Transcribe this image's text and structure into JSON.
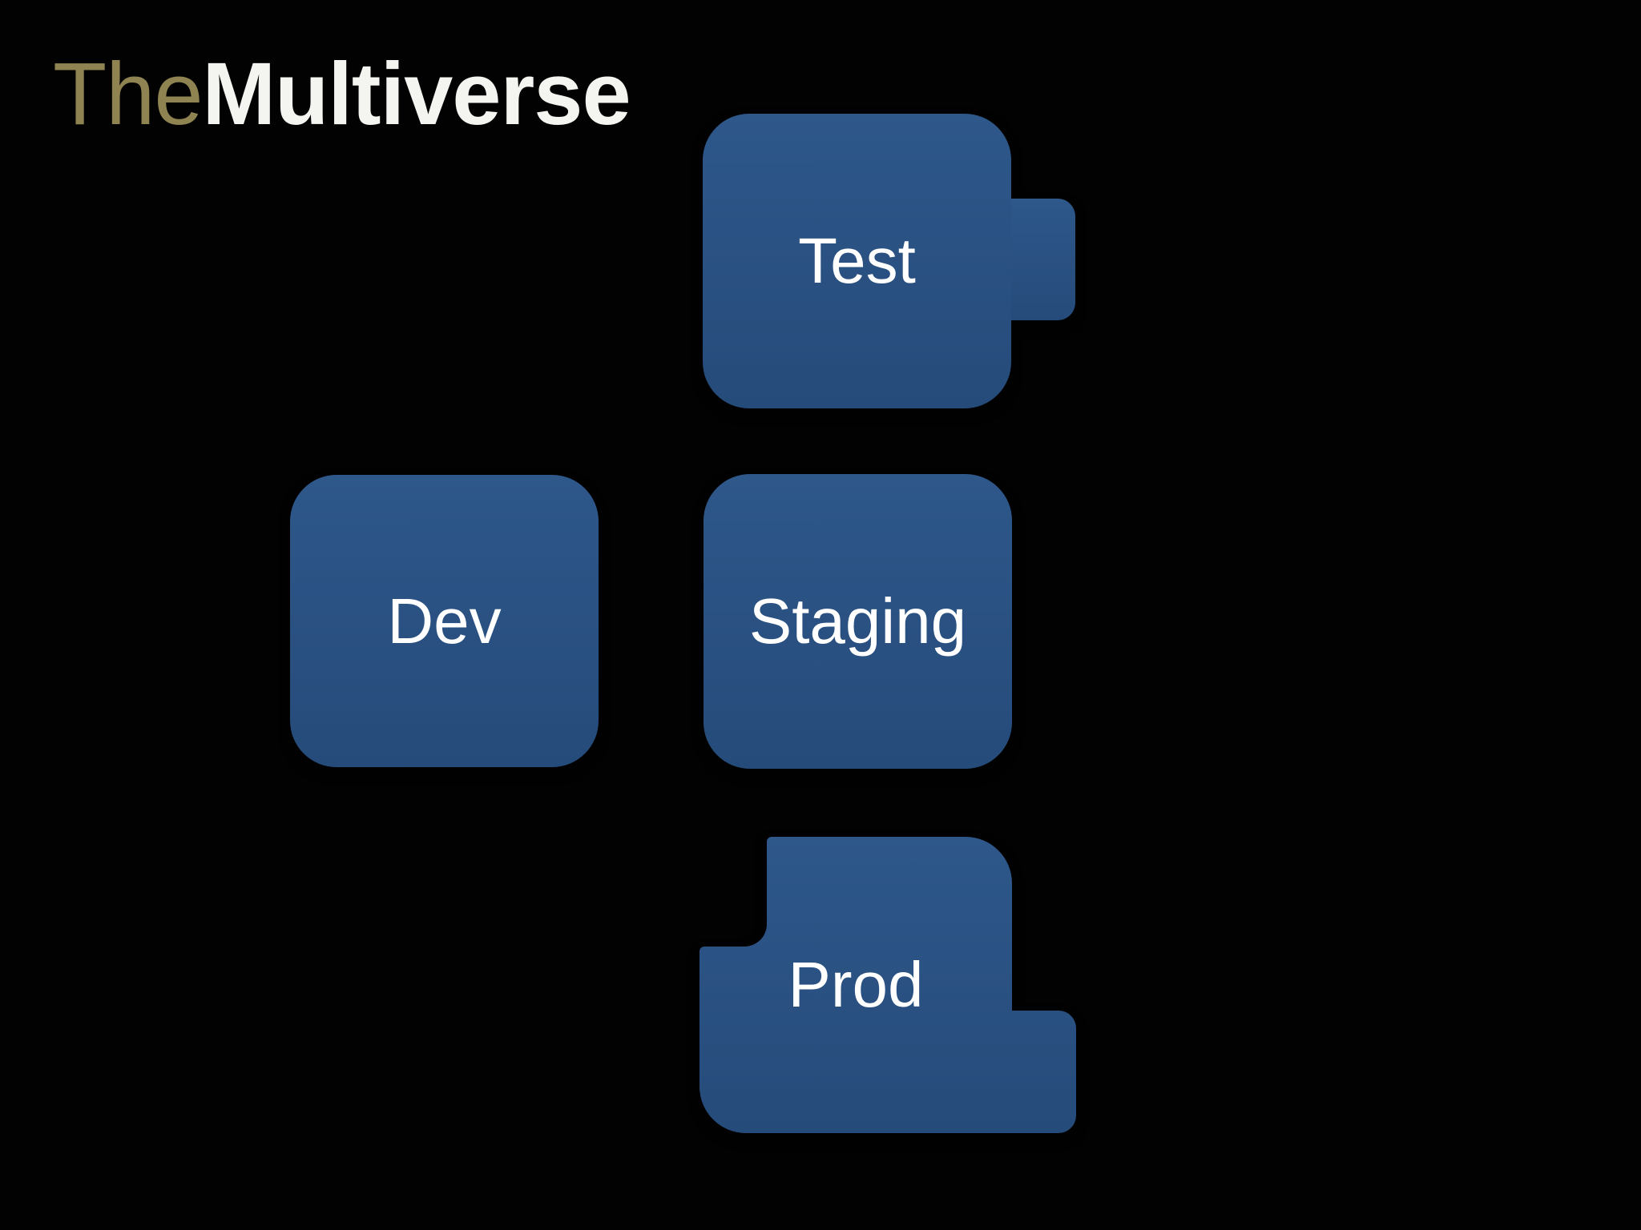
{
  "slide_title": {
    "prefix": "The",
    "emphasis": "Multiverse"
  },
  "colors": {
    "background": "#020202",
    "piece_blue_light": "#2e578a",
    "piece_blue_dark": "#254b7a",
    "title_prefix_color": "#8f8351",
    "title_emphasis_color": "#f4f4f1",
    "label_color": "#ffffff"
  },
  "pieces": [
    {
      "label": "Test",
      "shape": "rounded-square-with-right-middle-tab"
    },
    {
      "label": "Dev",
      "shape": "rounded-square"
    },
    {
      "label": "Staging",
      "shape": "rounded-square"
    },
    {
      "label": "Prod",
      "shape": "rounded-square-with-top-left-notch-and-bottom-right-tab"
    }
  ]
}
